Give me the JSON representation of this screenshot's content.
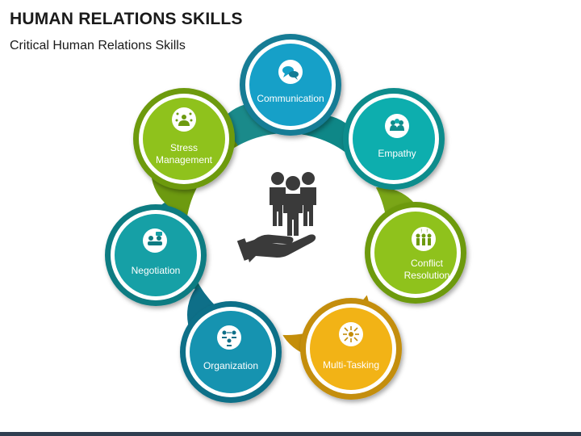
{
  "title": "HUMAN RELATIONS SKILLS",
  "subtitle": "Critical Human Relations Skills",
  "nodes": [
    {
      "id": "communication",
      "label": "Communication",
      "icon": "speech-bubbles-icon",
      "color": "#13a0c8",
      "ring": "#137c95"
    },
    {
      "id": "empathy",
      "label": "Empathy",
      "icon": "group-heart-icon",
      "color": "#11aeae",
      "ring": "#0e8c8c"
    },
    {
      "id": "conflict-resolution",
      "label": "Conflict\nResolution",
      "icon": "people-conflict-icon",
      "color": "#8fc21f",
      "ring": "#6d9a10"
    },
    {
      "id": "multi-tasking",
      "label": "Multi-Tasking",
      "icon": "arrows-out-icon",
      "color": "#f2b318",
      "ring": "#c48e0a"
    },
    {
      "id": "organization",
      "label": "Organization",
      "icon": "org-network-icon",
      "color": "#1393b0",
      "ring": "#0e6f88"
    },
    {
      "id": "negotiation",
      "label": "Negotiation",
      "icon": "negotiation-icon",
      "color": "#14a0a6",
      "ring": "#0f7c82"
    },
    {
      "id": "stress-management",
      "label": "Stress\nManagement",
      "icon": "stress-person-icon",
      "color": "#8fc21f",
      "ring": "#6d9a10"
    }
  ],
  "center_icon": "hand-holding-people-icon",
  "colors": {
    "title": "#1a1a1a",
    "bottom_bar": "#2f3e50"
  }
}
